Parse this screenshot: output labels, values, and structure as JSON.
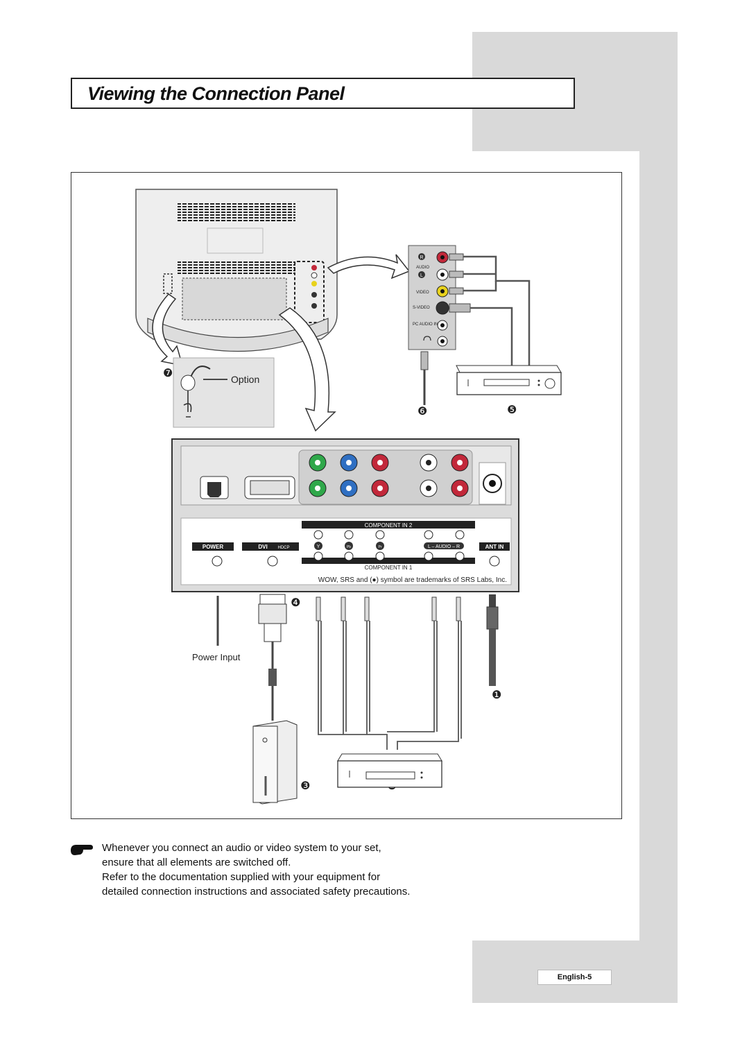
{
  "page": {
    "title": "Viewing the Connection Panel",
    "page_number": "English-5"
  },
  "diagram": {
    "callouts": {
      "option": "Option",
      "power_input": "Power Input"
    },
    "side_panel": {
      "audio": "AUDIO",
      "video": "VIDEO",
      "s_video": "S-VIDEO",
      "pc_audio_in": "PC AUDIO IN",
      "r": "R",
      "l": "L"
    },
    "rear_panel": {
      "component_in_2": "COMPONENT IN 2",
      "component_in_1": "COMPONENT IN 1",
      "power": "POWER",
      "dvi": "DVI",
      "hdcp": "HDCP",
      "y": "Y",
      "pb": "Pb",
      "pr": "Pr",
      "audio_lr": "L – AUDIO – R",
      "ant_in": "ANT IN",
      "trademark": "WOW, SRS and (●) symbol are trademarks of SRS Labs, Inc."
    },
    "numbers": [
      "❶",
      "❷",
      "❸",
      "❹",
      "❺",
      "❻",
      "❼"
    ]
  },
  "note": {
    "line1": "Whenever you connect an audio or video system to your set,",
    "line2": "ensure that all elements are switched off.",
    "line3": "Refer to the documentation supplied with your equipment for",
    "line4": "detailed connection instructions and associated safety precautions."
  },
  "colors": {
    "side_bar": "#d9d9d9",
    "green_jack": "#2fa84a",
    "blue_jack": "#2f6fc2",
    "red_jack": "#c2283a",
    "yellow_jack": "#e8d21c"
  }
}
